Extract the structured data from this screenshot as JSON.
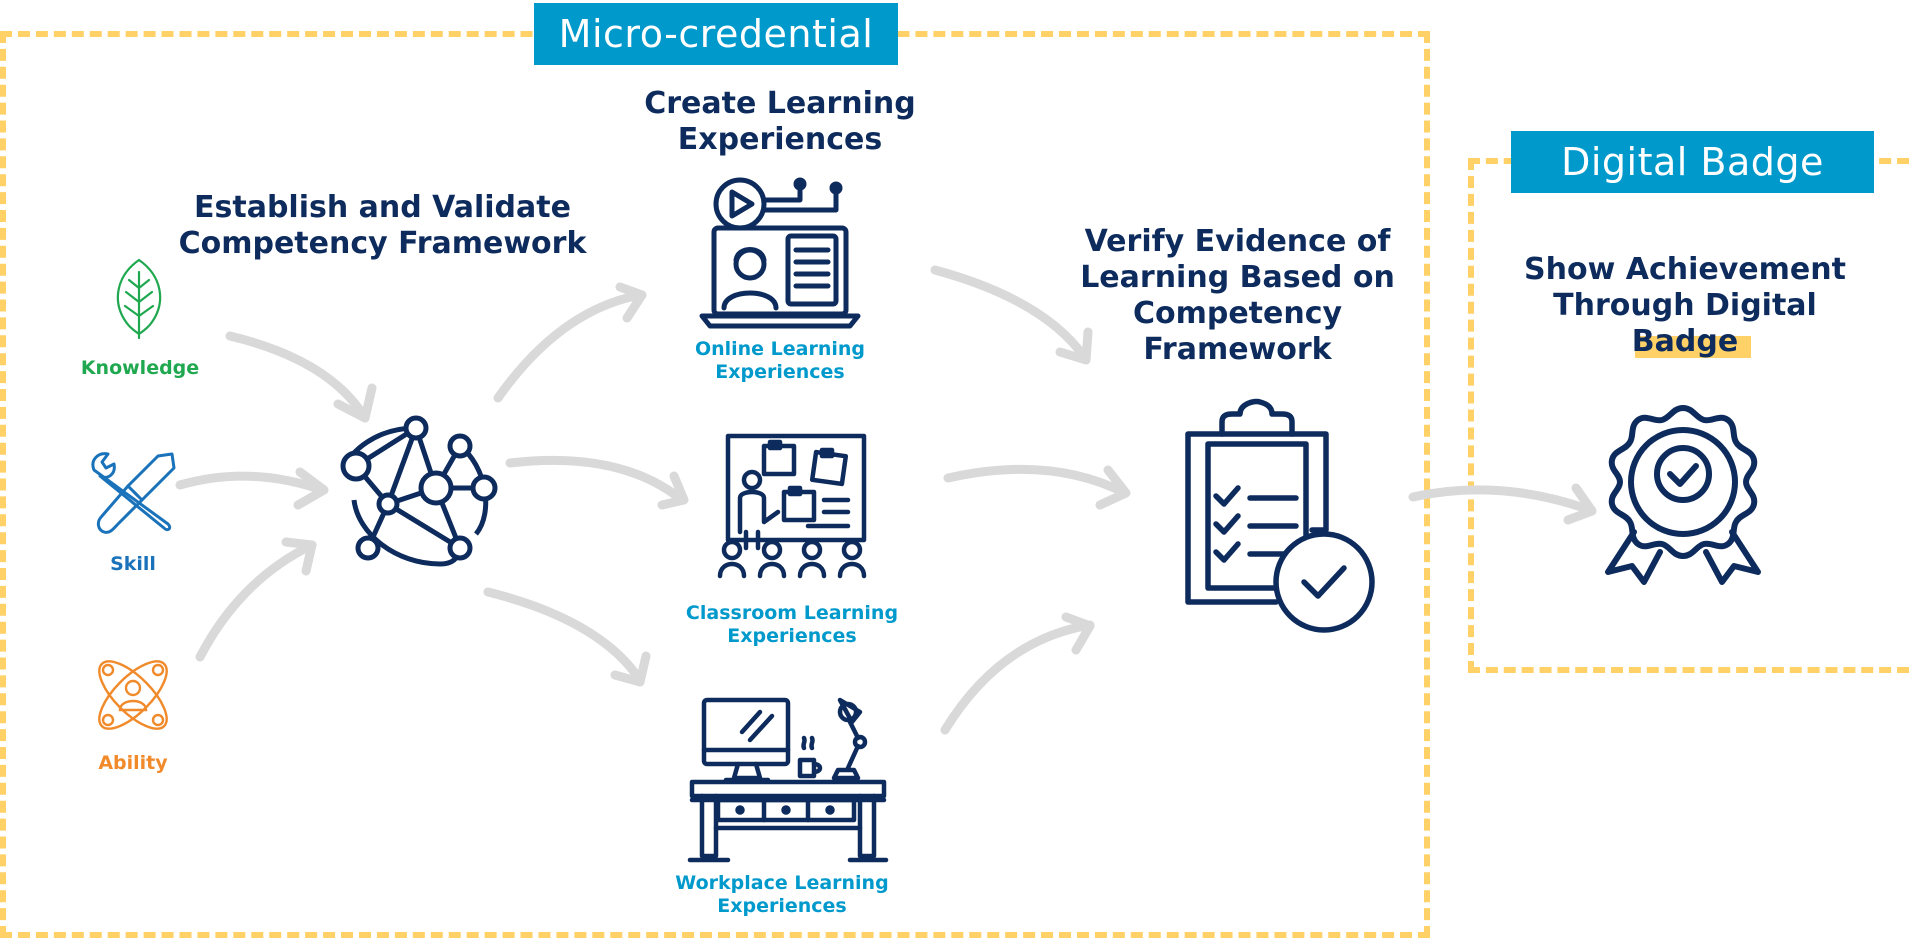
{
  "colors": {
    "navy": "#0D2B5C",
    "blue_tag": "#0099CC",
    "dashed_border": "#FFD166",
    "arrow": "#D9D9D9",
    "knowledge": "#1FA84F",
    "skill": "#1A73BA",
    "ability": "#F08A2A",
    "experience_label": "#0099CC"
  },
  "micro_credential": {
    "tag": "Micro-credential",
    "framework_heading": "Establish and Validate\nCompetency Framework",
    "inputs": [
      {
        "label": "Knowledge",
        "icon": "leaf-icon"
      },
      {
        "label": "Skill",
        "icon": "tools-icon"
      },
      {
        "label": "Ability",
        "icon": "atom-person-icon"
      }
    ],
    "network_icon": "network-icon",
    "learning_heading": "Create Learning\nExperiences",
    "experiences": [
      {
        "label": "Online Learning\nExperiences",
        "icon": "online-learning-icon"
      },
      {
        "label": "Classroom Learning\nExperiences",
        "icon": "classroom-icon"
      },
      {
        "label": "Workplace Learning\nExperiences",
        "icon": "workplace-desk-icon"
      }
    ],
    "verify_heading": "Verify Evidence of\nLearning Based on\nCompetency\nFramework",
    "verify_icon": "clipboard-check-icon"
  },
  "digital_badge": {
    "tag": "Digital Badge",
    "heading": "Show Achievement\nThrough Digital\nBadge",
    "icon": "badge-rosette-icon"
  }
}
